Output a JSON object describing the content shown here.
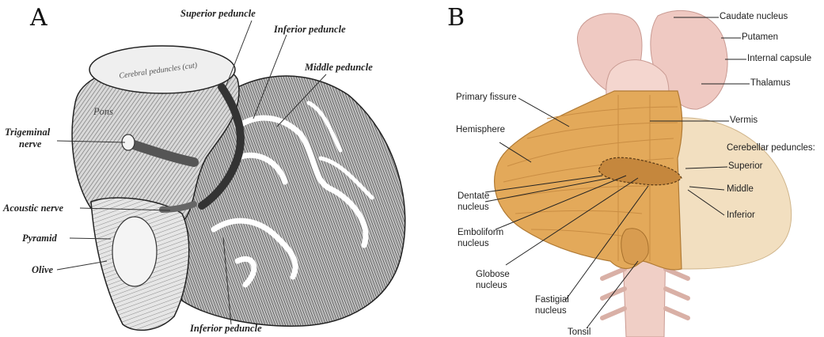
{
  "panel_a": {
    "letter": "A",
    "labels": {
      "superior_peduncle": "Superior peduncle",
      "inferior_peduncle_top": "Inferior peduncle",
      "middle_peduncle": "Middle peduncle",
      "cerebral_peduncles": "Cerebral peduncles (cut)",
      "pons": "Pons",
      "trigeminal_nerve_1": "Trigeminal",
      "trigeminal_nerve_2": "nerve",
      "acoustic_nerve": "Acoustic nerve",
      "pyramid": "Pyramid",
      "olive": "Olive",
      "inferior_peduncle_bottom": "Inferior peduncle"
    }
  },
  "panel_b": {
    "letter": "B",
    "labels": {
      "caudate_nucleus": "Caudate nucleus",
      "putamen": "Putamen",
      "internal_capsule": "Internal capsule",
      "thalamus": "Thalamus",
      "primary_fissure": "Primary fissure",
      "vermis": "Vermis",
      "hemisphere": "Hemisphere",
      "cerebellar_peduncles": "Cerebellar peduncles:",
      "superior": "Superior",
      "middle": "Middle",
      "inferior": "Inferior",
      "dentate_1": "Dentate",
      "dentate_2": "nucleus",
      "emboliform_1": "Emboliform",
      "emboliform_2": "nucleus",
      "globose_1": "Globose",
      "globose_2": "nucleus",
      "fastigial_1": "Fastigial",
      "fastigial_2": "nucleus",
      "tonsil": "Tonsil"
    }
  }
}
